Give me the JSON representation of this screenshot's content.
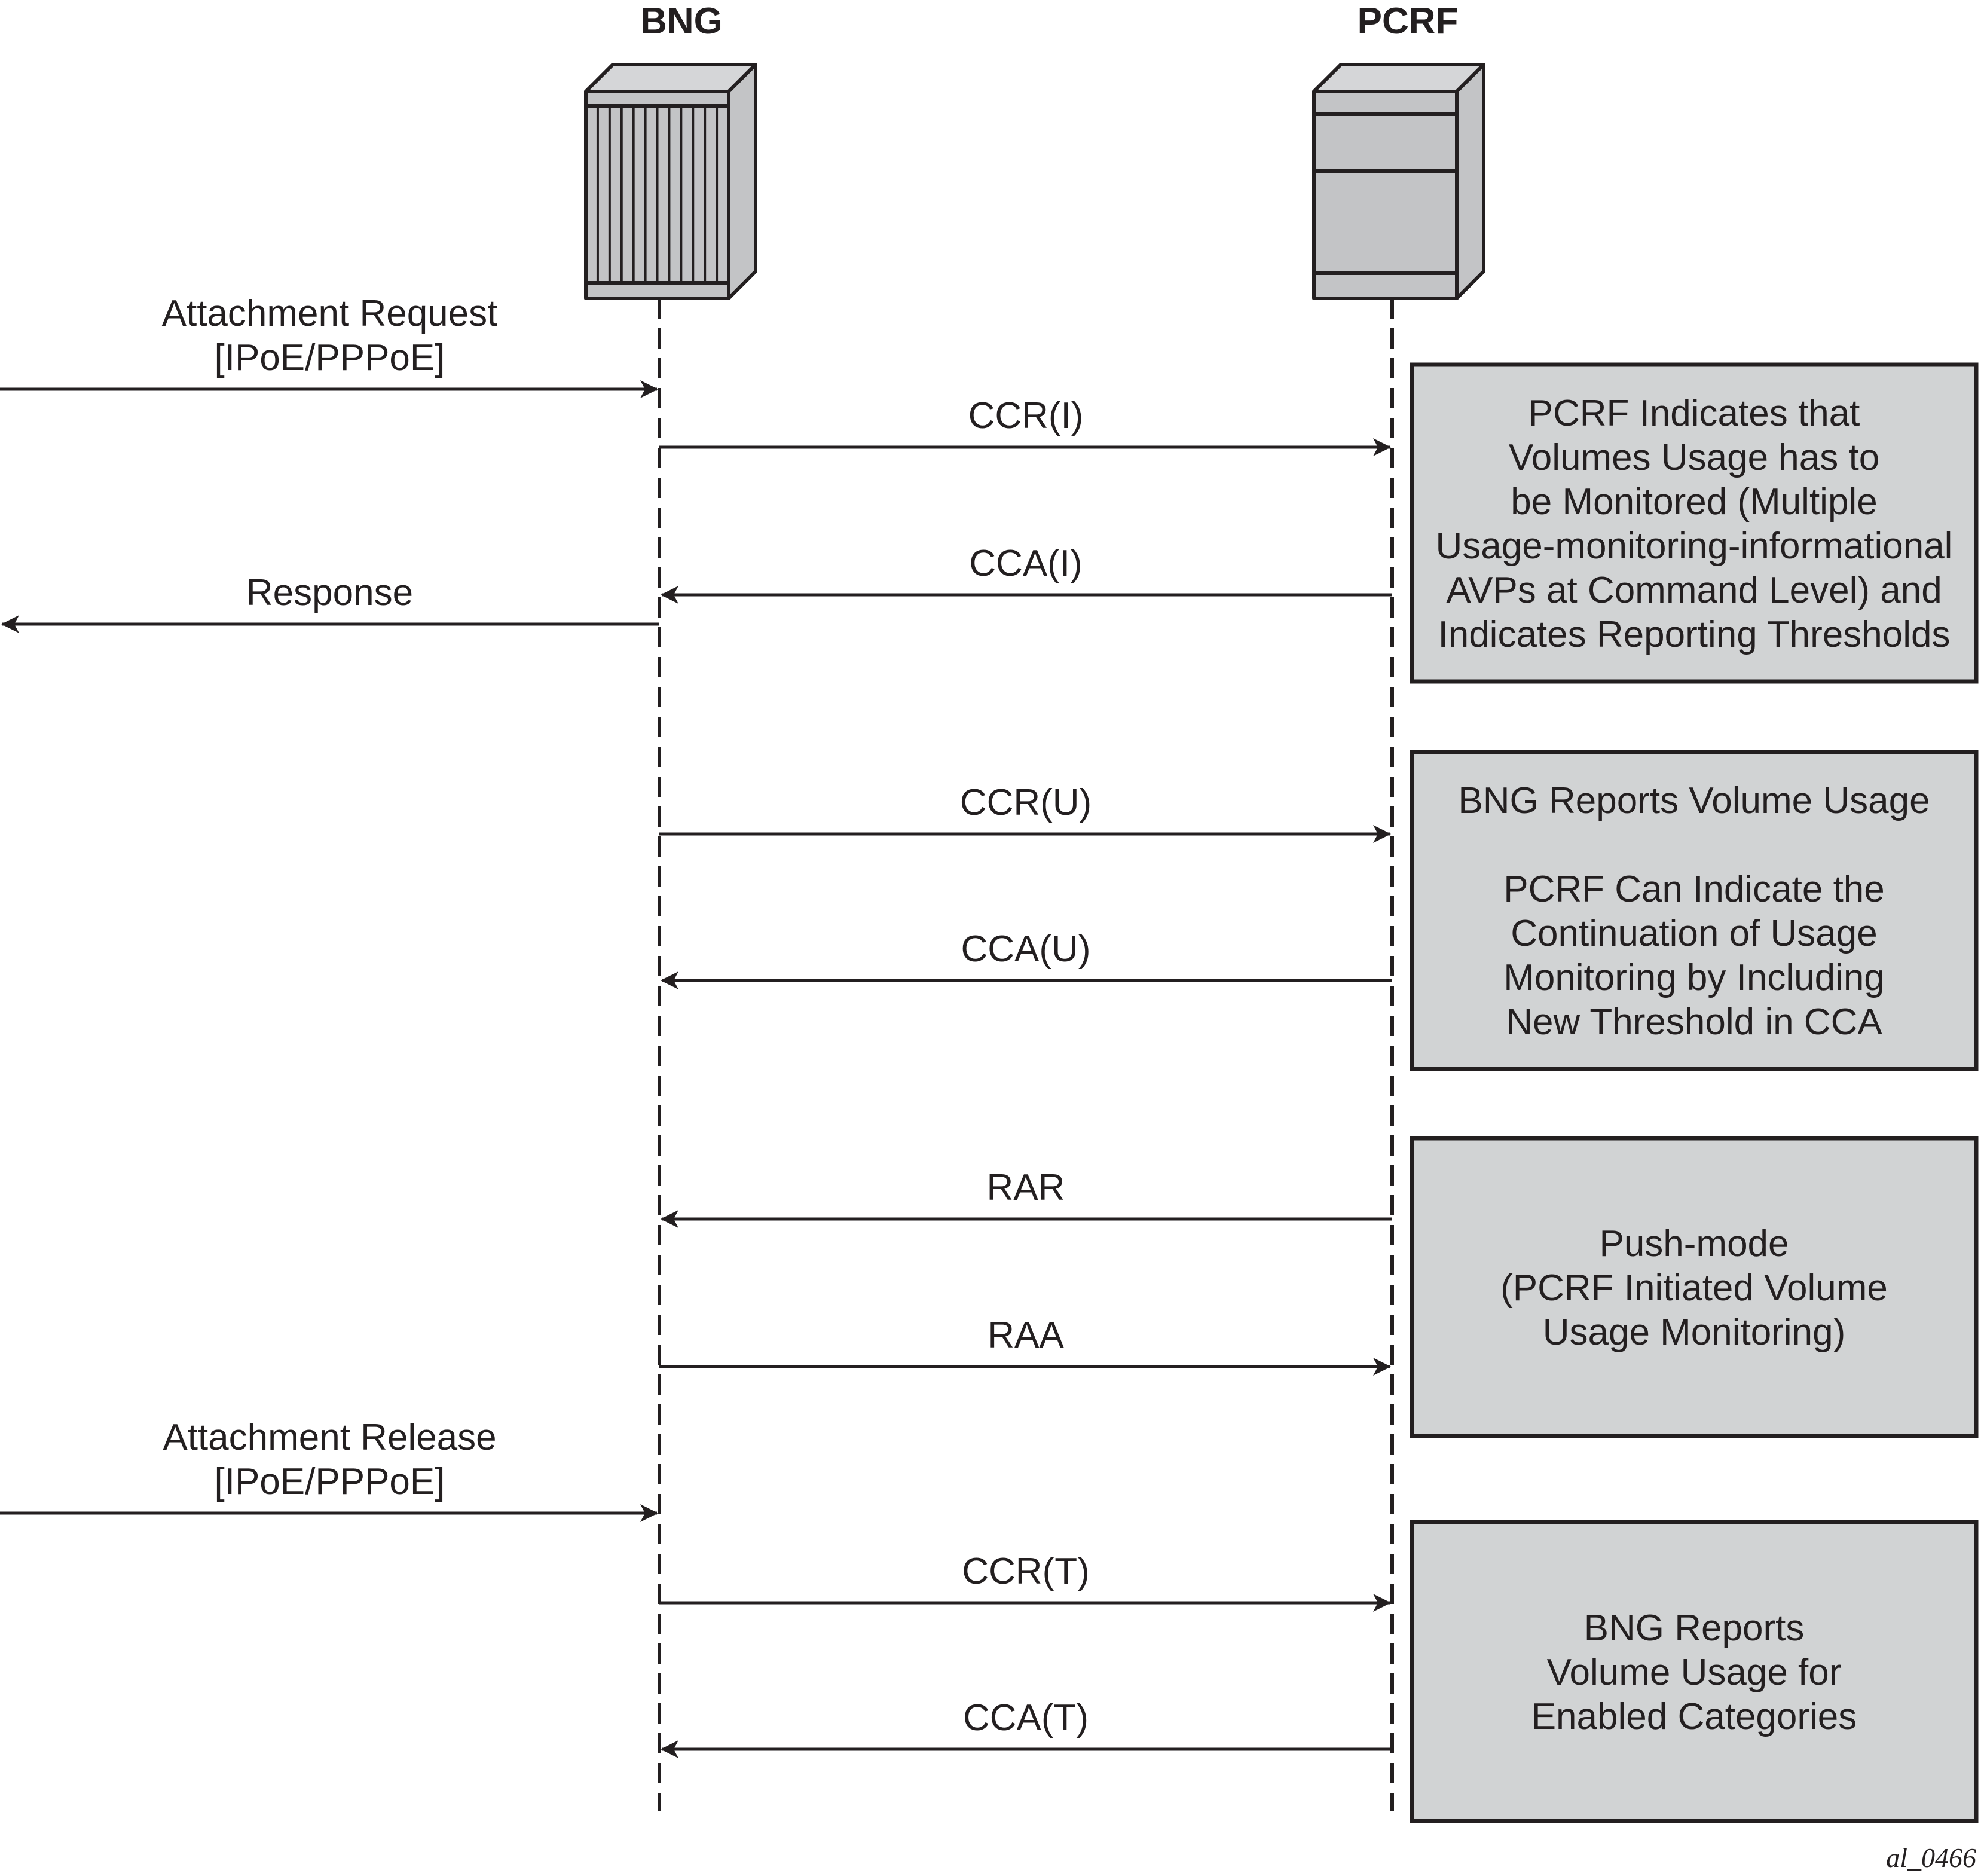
{
  "figure_id": "al_0466",
  "colors": {
    "ink": "#231f20",
    "note_fill": "#d1d3d4",
    "device_face": "#c3c4c6",
    "device_top": "#d5d6d8"
  },
  "actors": [
    {
      "id": "bng",
      "label": "BNG",
      "icon": "router-chassis-icon"
    },
    {
      "id": "pcrf",
      "label": "PCRF",
      "icon": "server-icon"
    }
  ],
  "messages": [
    {
      "id": "attach-req",
      "from": "external",
      "to": "bng",
      "lines": [
        "Attachment Request",
        "[IPoE/PPPoE]"
      ]
    },
    {
      "id": "ccr-i",
      "from": "bng",
      "to": "pcrf",
      "lines": [
        "CCR(I)"
      ]
    },
    {
      "id": "cca-i",
      "from": "pcrf",
      "to": "bng",
      "lines": [
        "CCA(I)"
      ]
    },
    {
      "id": "response",
      "from": "bng",
      "to": "external",
      "lines": [
        "Response"
      ]
    },
    {
      "id": "ccr-u",
      "from": "bng",
      "to": "pcrf",
      "lines": [
        "CCR(U)"
      ]
    },
    {
      "id": "cca-u",
      "from": "pcrf",
      "to": "bng",
      "lines": [
        "CCA(U)"
      ]
    },
    {
      "id": "rar",
      "from": "pcrf",
      "to": "bng",
      "lines": [
        "RAR"
      ]
    },
    {
      "id": "raa",
      "from": "bng",
      "to": "pcrf",
      "lines": [
        "RAA"
      ]
    },
    {
      "id": "attach-rel",
      "from": "external",
      "to": "bng",
      "lines": [
        "Attachment Release",
        "[IPoE/PPPoE]"
      ]
    },
    {
      "id": "ccr-t",
      "from": "bng",
      "to": "pcrf",
      "lines": [
        "CCR(T)"
      ]
    },
    {
      "id": "cca-t",
      "from": "pcrf",
      "to": "bng",
      "lines": [
        "CCA(T)"
      ]
    }
  ],
  "notes": [
    {
      "id": "note-initial",
      "lines": [
        "PCRF Indicates that",
        "Volumes Usage has to",
        "be Monitored (Multiple",
        "Usage-monitoring-informational",
        "AVPs at Command Level) and",
        "Indicates Reporting Thresholds"
      ]
    },
    {
      "id": "note-update",
      "lines": [
        "BNG Reports Volume Usage",
        "",
        "PCRF Can Indicate the",
        "Continuation of Usage",
        "Monitoring by Including",
        "New Threshold in CCA"
      ]
    },
    {
      "id": "note-push",
      "lines": [
        "Push-mode",
        "(PCRF Initiated Volume",
        "Usage Monitoring)"
      ]
    },
    {
      "id": "note-terminate",
      "lines": [
        "BNG Reports",
        "Volume Usage for",
        "Enabled Categories"
      ]
    }
  ]
}
